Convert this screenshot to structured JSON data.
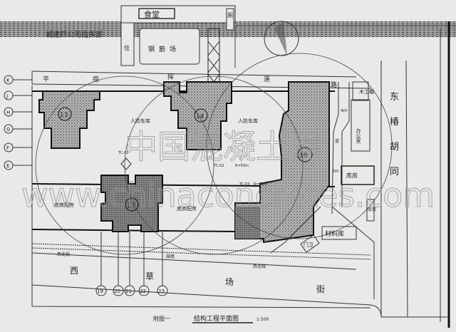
{
  "title": {
    "prefix": "附图一",
    "name": "结构工程平面图",
    "scale": "1:500"
  },
  "top": {
    "canteen": "食堂",
    "hq": "城建四公司指挥部",
    "rebar_yard": "钢筋场",
    "dorm": "住",
    "toilet": "厕"
  },
  "roads": {
    "north": [
      "平",
      "指",
      "挥",
      "道",
      "路"
    ],
    "east": [
      "东",
      "椿",
      "胡",
      "同"
    ],
    "south": [
      "西",
      "草",
      "场",
      "街"
    ],
    "wall": "围墙",
    "fence": "西北线"
  },
  "buildings": [
    {
      "id": "13",
      "label": "13"
    },
    {
      "id": "14",
      "label": "14"
    },
    {
      "id": "17",
      "label": "17"
    },
    {
      "id": "18",
      "label": "18"
    }
  ],
  "areas": {
    "garage_left": "人防车库",
    "garage_right": "人防车库",
    "shop_left": "底商配房",
    "shop_right": "底商配房",
    "warehouse": "库房",
    "warehouse2": "库房",
    "material": "材料库",
    "office": "办公室",
    "shed": "木工棚",
    "guard": "门卫",
    "road_label": "道",
    "dim1": "4m",
    "dim2": "3m"
  },
  "cranes": {
    "tc1": "TC-01",
    "tc2": "TC-02",
    "tc3": "TC-03",
    "r1": "R=50m",
    "r2": "R=55m"
  },
  "axes_left": [
    "K",
    "J",
    "H",
    "G",
    "F",
    "E"
  ],
  "axes_bottom": [
    "19",
    "20",
    "21",
    "22",
    "23"
  ],
  "watermark": {
    "cn": "中国混凝土网",
    "url": "www.chinaconcretes.com"
  }
}
